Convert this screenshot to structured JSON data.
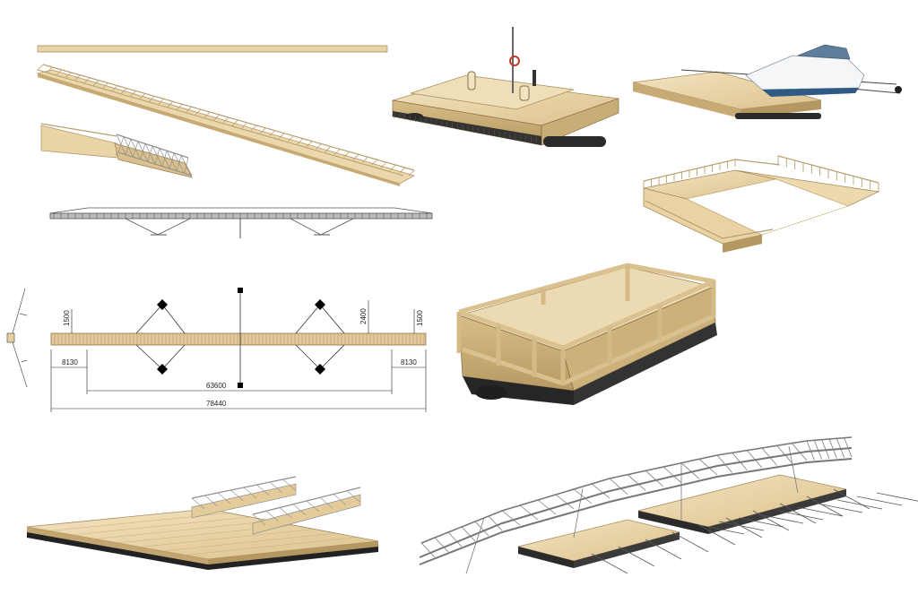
{
  "drawing": {
    "dim_left_offset": "8130",
    "dim_right_offset": "8130",
    "dim_inner_span": "63600",
    "dim_total_length": "78440",
    "dim_left_height": "1500",
    "dim_right_height": "1500",
    "dim_width": "2400"
  },
  "colors": {
    "wood": "#e6cf9e",
    "wood_dark": "#c9ae78",
    "wood_light": "#f1e2bd",
    "steel": "#6e6e6e",
    "pontoon": "#2b2b2b"
  }
}
